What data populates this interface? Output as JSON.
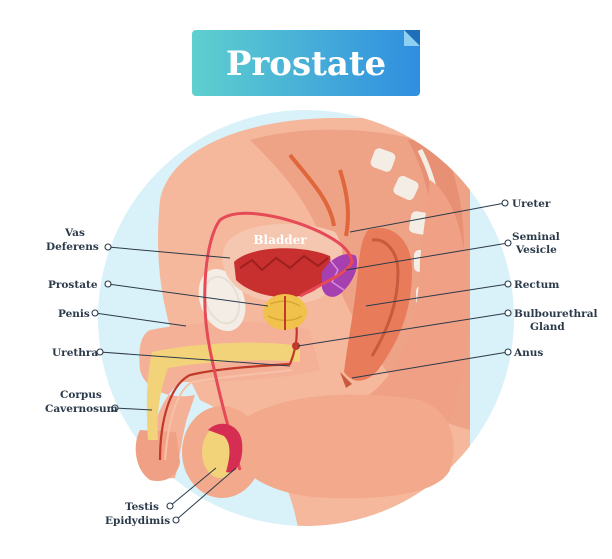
{
  "title": "Prostate",
  "organ_label": "Bladder",
  "labels": {
    "vas_deferens_1": "Vas",
    "vas_deferens_2": "Deferens",
    "prostate": "Prostate",
    "penis": "Penis",
    "urethra": "Urethra",
    "corpus_1": "Corpus",
    "corpus_2": "Cavernosum",
    "testis": "Testis",
    "epididymis": "Epidydimis",
    "ureter": "Ureter",
    "seminal_1": "Seminal",
    "seminal_2": "Vesicle",
    "rectum": "Rectum",
    "bulbo_1": "Bulbourethral",
    "bulbo_2": "Gland",
    "anus": "Anus"
  },
  "colors": {
    "title_gradient_start": "#5fd0cf",
    "title_gradient_end": "#2f8ee0",
    "circle_bg": "#d9f1f8",
    "skin": "#f3a98c",
    "skin_dark": "#e88f73",
    "bladder": "#c8302f",
    "prostate": "#f0c14b",
    "vas": "#e64a57",
    "seminal": "#a63fb0",
    "rectum": "#e87b5a",
    "bone": "#f4ede6"
  }
}
